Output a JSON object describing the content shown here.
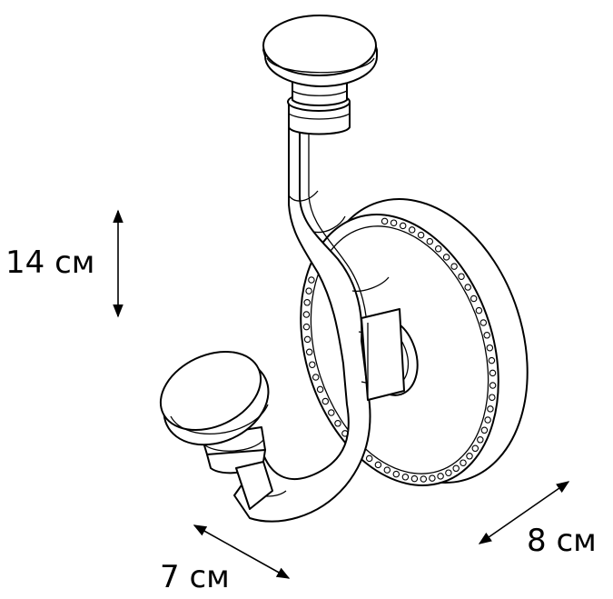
{
  "dimensions": {
    "height": "14 см",
    "width": "7 см",
    "depth": "8 см"
  },
  "colors": {
    "line": "#000000",
    "background": "#ffffff"
  }
}
